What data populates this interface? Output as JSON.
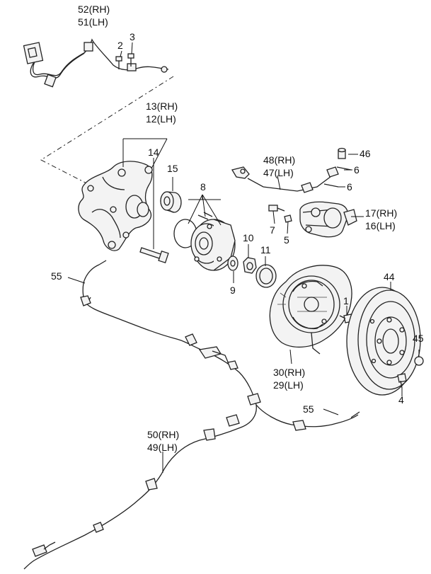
{
  "labels": {
    "sensor": [
      "52(RH)",
      "51(LH)"
    ],
    "bolt_2": "2",
    "bolt_3": "3",
    "knuckle": [
      "13(RH)",
      "12(LH)"
    ],
    "bolt_14": "14",
    "bushing_15": "15",
    "hub_8": "8",
    "hose": [
      "48(RH)",
      "47(LH)"
    ],
    "cap_46": "46",
    "clip_6a": "6",
    "clip_6b": "6",
    "bolt_7": "7",
    "bleeder_5": "5",
    "caliper": [
      "17(RH)",
      "16(LH)"
    ],
    "nut_10": "10",
    "washer_9": "9",
    "cap_11": "11",
    "cable_55a": "55",
    "disc_44": "44",
    "screw_1": "1",
    "plug_45": "45",
    "backing_plate": [
      "30(RH)",
      "29(LH)"
    ],
    "screw_4": "4",
    "cable_55b": "55",
    "parking_cable": [
      "50(RH)",
      "49(LH)"
    ]
  }
}
